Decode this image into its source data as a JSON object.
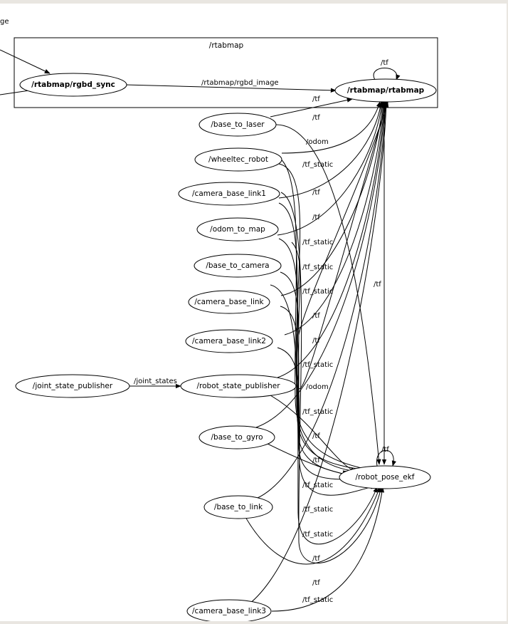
{
  "graph": {
    "cluster_label": "/rtabmap",
    "partial_top_left_label": "ge",
    "nodes": {
      "rgbd_sync": "/rtabmap/rgbd_sync",
      "rtabmap": "/rtabmap/rtabmap",
      "base_to_laser": "/base_to_laser",
      "wheeltec_robot": "/wheeltec_robot",
      "camera_base_link1": "/camera_base_link1",
      "odom_to_map": "/odom_to_map",
      "base_to_camera": "/base_to_camera",
      "camera_base_link": "/camera_base_link",
      "camera_base_link2": "/camera_base_link2",
      "joint_state_publisher": "/joint_state_publisher",
      "robot_state_publisher": "/robot_state_publisher",
      "base_to_gyro": "/base_to_gyro",
      "robot_pose_ekf": "/robot_pose_ekf",
      "base_to_link": "/base_to_link",
      "camera_base_link3": "/camera_base_link3"
    },
    "edge_labels": {
      "rgbd_image": "/rtabmap/rgbd_image",
      "joint_states": "/joint_states",
      "tf_self_rtabmap": "/tf",
      "tf_self_ekf": "/tf",
      "tf_ekf_to_rtabmap": "/tf",
      "upper": [
        "/tf",
        "/tf",
        "/odom",
        "/tf_static",
        "/tf",
        "/tf",
        "/tf_static",
        "/tf_static",
        "/tf_static",
        "/tf",
        "/tf",
        "/tf_static"
      ],
      "lower": [
        "/odom",
        "/tf_static",
        "/tf",
        "/tf",
        "/tf_static",
        "/tf_static",
        "/tf_static",
        "/tf",
        "/tf",
        "/tf_static"
      ]
    }
  }
}
